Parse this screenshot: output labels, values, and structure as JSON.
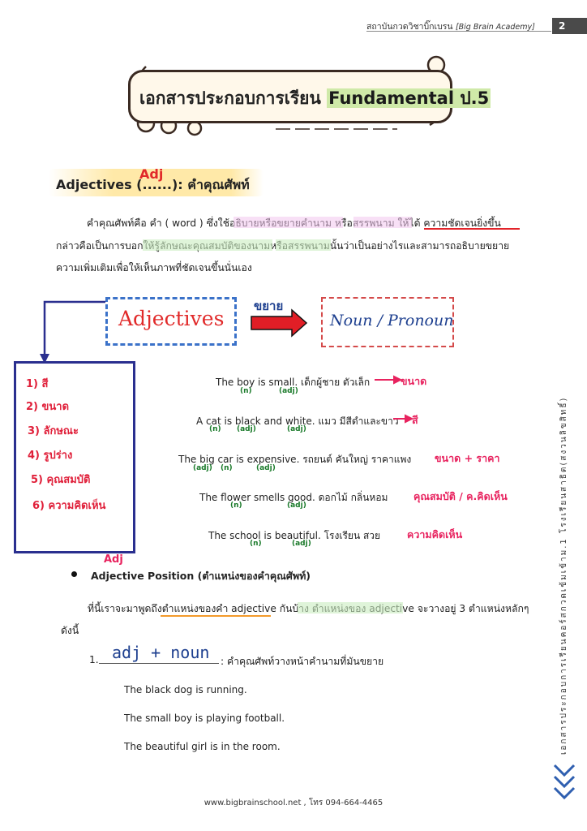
{
  "header": {
    "institute_thai": "สถาบันกวดวิชาบิ๊กเบรน",
    "institute_en": "[Big Brain Academy]",
    "page_number": "2"
  },
  "title": {
    "thai": "เอกสารประกอบการเรียน",
    "en": "Fundamental ป.5"
  },
  "section": {
    "heading_prefix": "Adjectives (",
    "heading_blank": "......",
    "heading_suffix": "): คำคุณศัพท์",
    "heading_annotation": "Adj"
  },
  "paragraph": {
    "line1": "คำคุณศัพท์คือ คำ ( word ) ซึ่งใช้อธิบายหรือขยายคำนาม หรือสรรพนาม ให้ได้ ความชัดเจนยิ่งขึ้น",
    "line2": "กล่าวคือเป็นการบอกให้รู้ลักษณะคุณสมบัติของนามหรือสรรพนามนั้นว่าเป็นอย่างไรและสามารถอธิบายขยาย",
    "line3": "ความเพิ่มเติมเพื่อให้เห็นภาพที่ชัดเจนขึ้นนั่นเอง"
  },
  "diagram": {
    "adjectives_label": "Adjectives",
    "expand_label": "ขยาย",
    "noun_label": "Noun / Pronoun"
  },
  "categories": [
    "1) สี",
    "2) ขนาด",
    "3) ลักษณะ",
    "4) รูปร่าง",
    "5) คุณสมบัติ",
    "6) ความคิดเห็น"
  ],
  "examples": [
    {
      "sentence": "The boy is small. เด็กผู้ชาย ตัวเล็ก",
      "note": "ขนาด"
    },
    {
      "sentence": "A cat is black and white. แมว มีสีดำและขาว",
      "note": "สี"
    },
    {
      "sentence": "The big car is expensive. รถยนต์ คันใหญ่ ราคาแพง",
      "note": "ขนาด + ราคา"
    },
    {
      "sentence": "The flower smells good. ดอกไม้ กลิ่นหอม",
      "note": "คุณสมบัติ / ค.คิดเห็น"
    },
    {
      "sentence": "The school is beautiful. โรงเรียน สวย",
      "note": "ความคิดเห็น"
    }
  ],
  "label_n": "(n)",
  "label_adj": "(adj)",
  "position": {
    "annotation": "Adj",
    "heading": "Adjective Position (ตำแหน่งของคำคุณศัพท์)",
    "intro_line1": "ที่นี้เราจะมาพูดถึงตำแหน่งของคำ adjective กันบ้าง ตำแหน่งของ adjective จะวางอยู่ 3 ตำแหน่งหลักๆ",
    "intro_line2": "ดังนี้",
    "item1_number": "1.",
    "item1_fill": "adj + noun",
    "item1_desc": ": คำคุณศัพท์วางหน้าคำนามที่มันขยาย",
    "examples": [
      "The black dog is running.",
      "The small boy is playing football.",
      "The beautiful girl is in the room."
    ]
  },
  "side_text": "เอกสารประกอบการเรียนคอร์สกวดเข้มเข้าม.1 โรงเรียนสาธิต(สงวนลิขสิทธิ์)",
  "footer": "www.bigbrainschool.net , โทร 094-664-4465",
  "colors": {
    "accent_blue": "#3b72c9",
    "accent_red": "#e12a2a",
    "highlight_yellow": "#fff27a",
    "highlight_pink": "#f2c6ef",
    "highlight_green": "#c9ecc0"
  }
}
